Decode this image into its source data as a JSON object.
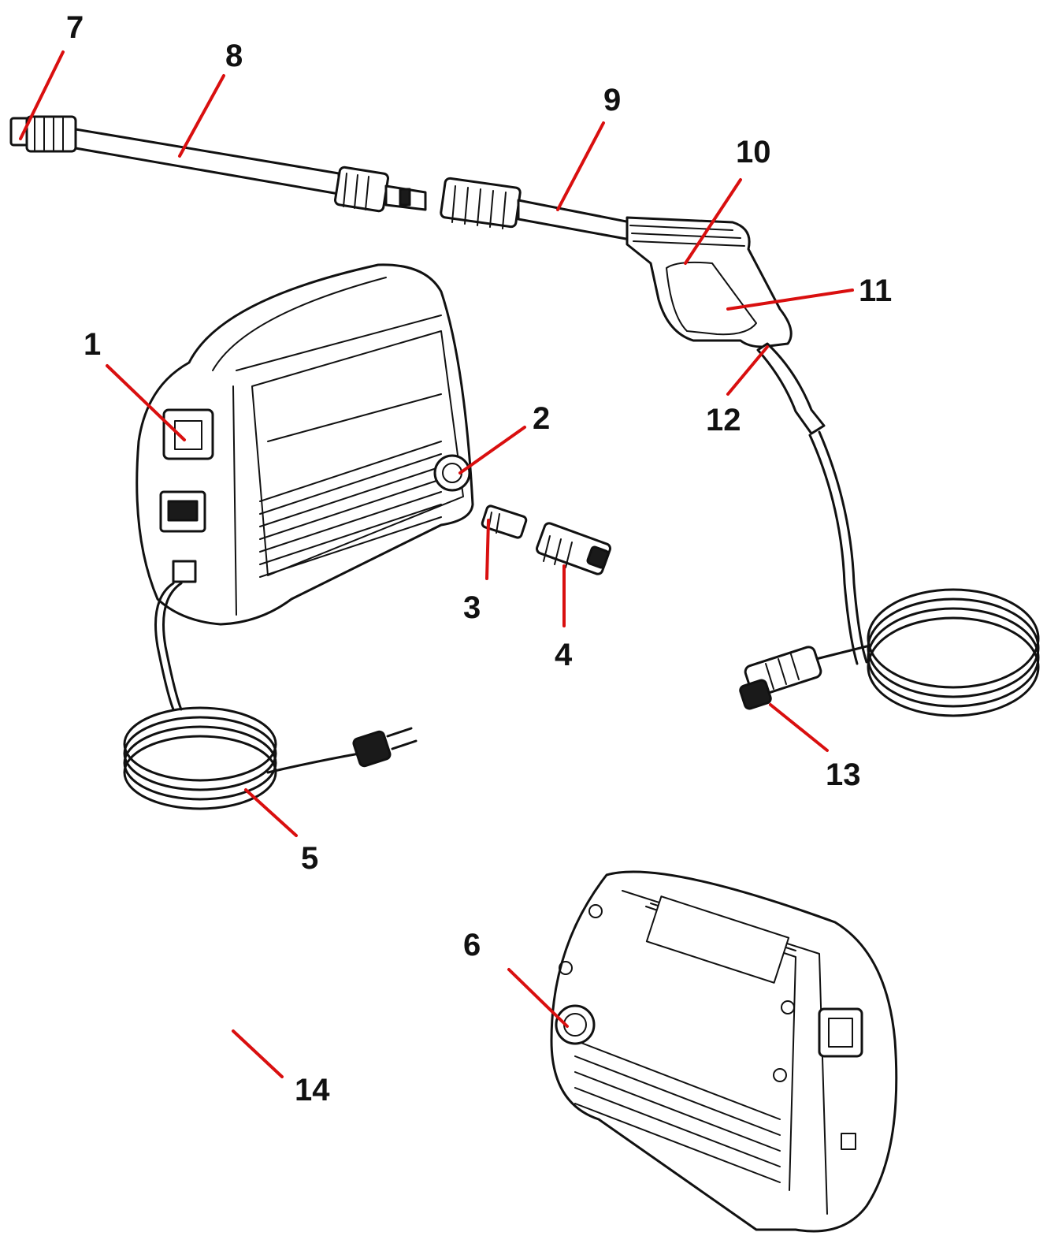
{
  "diagram": {
    "colors": {
      "leader": "#d90f0f",
      "line_art": "#111111",
      "background": "#ffffff"
    },
    "callouts": [
      {
        "id": "7",
        "label": "7"
      },
      {
        "id": "8",
        "label": "8"
      },
      {
        "id": "9",
        "label": "9"
      },
      {
        "id": "10",
        "label": "10"
      },
      {
        "id": "11",
        "label": "11"
      },
      {
        "id": "12",
        "label": "12"
      },
      {
        "id": "1",
        "label": "1"
      },
      {
        "id": "2",
        "label": "2"
      },
      {
        "id": "3",
        "label": "3"
      },
      {
        "id": "4",
        "label": "4"
      },
      {
        "id": "13",
        "label": "13"
      },
      {
        "id": "5",
        "label": "5"
      },
      {
        "id": "6",
        "label": "6"
      },
      {
        "id": "14",
        "label": "14"
      }
    ]
  }
}
